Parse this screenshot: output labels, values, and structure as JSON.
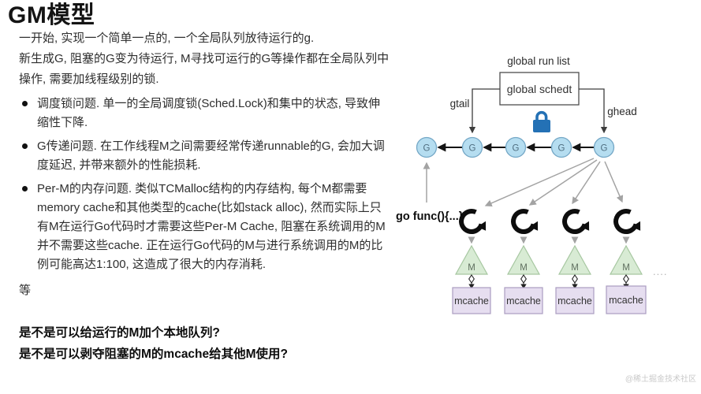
{
  "title": "GM模型",
  "intro": {
    "line1": "一开始, 实现一个简单一点的, 一个全局队列放待运行的g.",
    "line2": "新生成G, 阻塞的G变为待运行, M寻找可运行的G等操作都在全局队列中操作, 需要加线程级别的锁."
  },
  "bullets": [
    "调度锁问题. 单一的全局调度锁(Sched.Lock)和集中的状态, 导致伸缩性下降.",
    "G传递问题. 在工作线程M之间需要经常传递runnable的G, 会加大调度延迟, 并带来额外的性能损耗.",
    "Per-M的内存问题. 类似TCMalloc结构的内存结构, 每个M都需要memory cache和其他类型的cache(比如stack alloc), 然而实际上只有M在运行Go代码时才需要这些Per-M Cache, 阻塞在系统调用的M并不需要这些cache. 正在运行Go代码的M与进行系统调用的M的比例可能高达1:100, 这造成了很大的内存消耗."
  ],
  "etc_label": "等",
  "questions": [
    "是不是可以给运行的M加个本地队列?",
    "是不是可以剥夺阻塞的M的mcache给其他M使用?"
  ],
  "diagram": {
    "global_run_list_label": "global run list",
    "global_schedt_label": "global schedt",
    "gtail_label": "gtail",
    "ghead_label": "ghead",
    "g_node_label": "G",
    "go_func_label": "go func(){...}",
    "m_node_label": "M",
    "mcache_label": "mcache",
    "ellipsis_label": "....",
    "colors": {
      "g_node_fill": "#b5ddf0",
      "g_node_stroke": "#74a7c6",
      "m_node_fill": "#d8ebd4",
      "m_node_stroke": "#a6c7a0",
      "mcache_fill": "#e6def0",
      "mcache_stroke": "#ab9dc0",
      "lock_blue": "#2471b5",
      "arrow_gray": "#a3a3a3",
      "arrow_black": "#141414",
      "box_stroke": "#4d4d4d"
    }
  },
  "watermark": "@稀土掘金技术社区"
}
